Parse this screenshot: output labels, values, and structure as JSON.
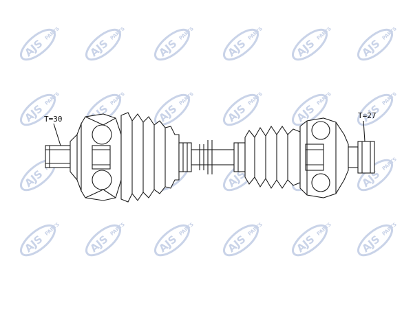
{
  "watermark": {
    "brand": "AJS",
    "sub": "PARTS"
  },
  "labels": {
    "left_thread": "T=30",
    "right_thread": "T=27"
  },
  "colors": {
    "line": "#1a1a1a",
    "watermark": "#c9d3e8"
  }
}
